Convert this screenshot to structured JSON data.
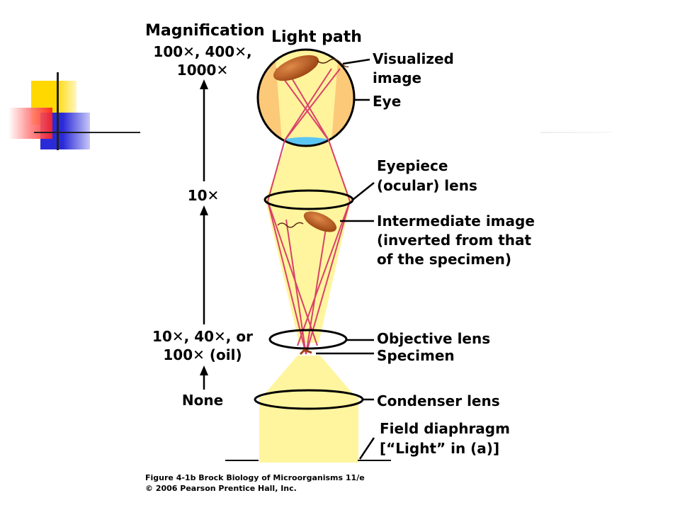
{
  "headers": {
    "magnification": "Magnification",
    "light_path": "Light path"
  },
  "magnifications": {
    "eye_line1": "100✕, 400✕,",
    "eye_line2": "1000✕",
    "eyepiece": "10✕",
    "objective_line1": "10✕, 40✕, or",
    "objective_line2": "100✕ (oil)",
    "condenser": "None"
  },
  "labels": {
    "visualized_line1": "Visualized",
    "visualized_line2": "image",
    "eye": "Eye",
    "eyepiece_line1": "Eyepiece",
    "eyepiece_line2": "(ocular) lens",
    "intermediate_line1": "Intermediate image",
    "intermediate_line2": "(inverted from that",
    "intermediate_line3": "of the specimen)",
    "objective": "Objective lens",
    "specimen": "Specimen",
    "condenser": "Condenser lens",
    "field_line1": "Field diaphragm",
    "field_line2": "[“Light” in (a)]"
  },
  "caption": {
    "line1": "Figure 4-1b  Brock Biology of Microorganisms 11/e",
    "line2": "© 2006 Pearson Prentice Hall, Inc."
  },
  "colors": {
    "light": "#fff59e",
    "eye_fill": "#fcc979",
    "ray": "#d9426a",
    "lens_cornea": "#5cc6f2",
    "bacterium": "#b4561c"
  }
}
